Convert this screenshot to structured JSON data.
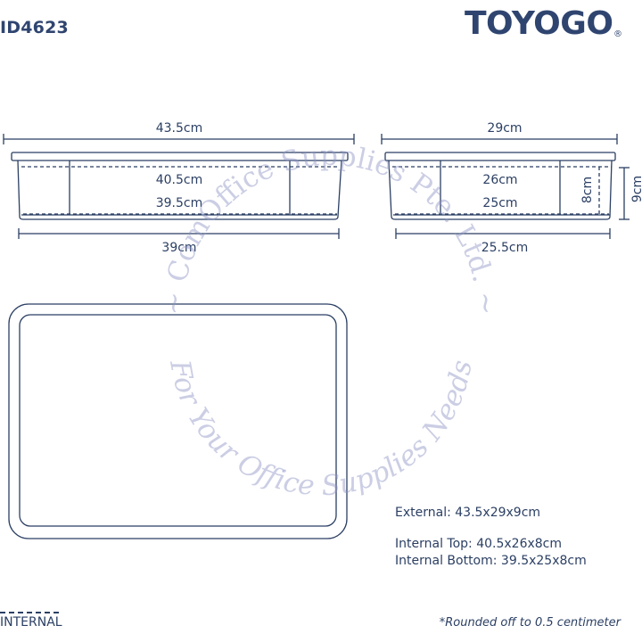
{
  "header": {
    "product_id": "ID4623",
    "brand": "TOYOGO",
    "brand_mark": "®"
  },
  "diagram": {
    "side_view": {
      "external_top": "43.5cm",
      "internal_top": "40.5cm",
      "internal_bottom": "39.5cm",
      "external_bottom": "39cm"
    },
    "end_view": {
      "external_top": "29cm",
      "internal_top": "26cm",
      "internal_bottom": "25cm",
      "external_bottom": "25.5cm",
      "internal_height": "8cm",
      "external_height": "9cm"
    }
  },
  "specs": {
    "external": "External: 43.5x29x9cm",
    "internal_top": "Internal Top: 40.5x26x8cm",
    "internal_bottom": "Internal Bottom: 39.5x25x8cm"
  },
  "legend": {
    "internal_label": "INTERNAL"
  },
  "footnote": "*Rounded off to 0.5 centimeter",
  "watermark": {
    "top_arc": "~ ComOffice Supplies Pte. Ltd. ~",
    "bottom_arc": "~ For Your Office Supplies Needs ~",
    "color": "#8c93c4"
  },
  "colors": {
    "line": "#2b3f63",
    "brand": "#2f4570"
  }
}
